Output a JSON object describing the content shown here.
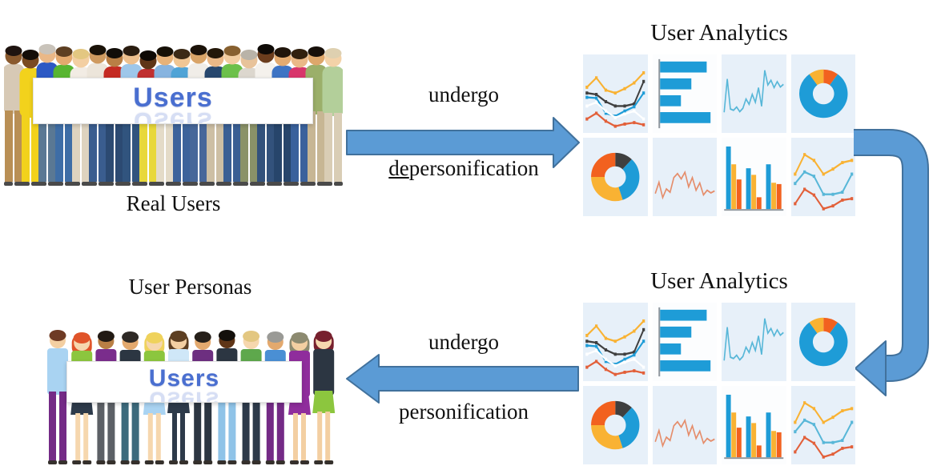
{
  "colors": {
    "arrow_fill": "#5b9bd5",
    "arrow_stroke": "#41719c",
    "tile_bg": "#e7f0f9",
    "tile_white": "#fcfdfe",
    "blue": "#1e9cd7",
    "orange": "#f2611f",
    "amber": "#f9b233",
    "dark": "#3f3f3f",
    "teal": "#58b7d8",
    "salmon": "#e58d6b",
    "salmonDark": "#e2603a",
    "white": "#ffffff",
    "axis": "#8f979e",
    "banner_text": "#4a6fd0"
  },
  "real_users": {
    "caption": "Real Users",
    "banner_label": "Users",
    "people": [
      {
        "skin": "#8a5a2e",
        "hair": "#1f1410",
        "shirt": "#d7c9b5",
        "pants": "#b98f55",
        "dy": -2
      },
      {
        "skin": "#7a4a22",
        "hair": "#140d08",
        "shirt": "#f2d21c",
        "pants": "#f2d21c",
        "dy": 3
      },
      {
        "skin": "#eab887",
        "hair": "#c9c3ba",
        "shirt": "#2d59c4",
        "pants": "#5a7894",
        "dy": -4
      },
      {
        "skin": "#e3a96e",
        "hair": "#5d3f22",
        "shirt": "#58b531",
        "pants": "#3e6da6",
        "dy": -1
      },
      {
        "skin": "#f3cfa2",
        "hair": "#e3c781",
        "shirt": "#f2ece4",
        "pants": "#ded3bf",
        "dy": 2
      },
      {
        "skin": "#cf9a5f",
        "hair": "#1a1208",
        "shirt": "#ece5da",
        "pants": "#3a5d8f",
        "dy": -3
      },
      {
        "skin": "#b97f45",
        "hair": "#120d08",
        "shirt": "#c42a22",
        "pants": "#2c4a72",
        "dy": 1
      },
      {
        "skin": "#eec08e",
        "hair": "#2a1c10",
        "shirt": "#9ec7ea",
        "pants": "#31547e",
        "dy": -2
      },
      {
        "skin": "#5f3517",
        "hair": "#0e0a06",
        "shirt": "#c03030",
        "pants": "#e8d83a",
        "dy": 4
      },
      {
        "skin": "#e7b279",
        "hair": "#161006",
        "shirt": "#87b4e0",
        "pants": "#e4dbc8",
        "dy": -1
      },
      {
        "skin": "#f0c694",
        "hair": "#3c2a16",
        "shirt": "#4fa3d6",
        "pants": "#3d639b",
        "dy": 2
      },
      {
        "skin": "#d9a468",
        "hair": "#1b1209",
        "shirt": "#f0ede8",
        "pants": "#47679a",
        "dy": -3
      },
      {
        "skin": "#eab887",
        "hair": "#241809",
        "shirt": "#27476e",
        "pants": "#cdbfa4",
        "dy": 1
      },
      {
        "skin": "#f2cda0",
        "hair": "#87602f",
        "shirt": "#6cc04a",
        "pants": "#3a5f94",
        "dy": -2
      },
      {
        "skin": "#e8c39a",
        "hair": "#b9b3a8",
        "shirt": "#dcd7ce",
        "pants": "#8a9268",
        "dy": 3
      },
      {
        "skin": "#6b3d1d",
        "hair": "#0f0b07",
        "shirt": "#f4f1ec",
        "pants": "#33527c",
        "dy": -4
      },
      {
        "skin": "#e3ab70",
        "hair": "#20150b",
        "shirt": "#3e74c4",
        "pants": "#27456b",
        "dy": 0
      },
      {
        "skin": "#eab887",
        "hair": "#31200e",
        "shirt": "#d8356b",
        "pants": "#3a619c",
        "dy": 2
      },
      {
        "skin": "#dda76b",
        "hair": "#17100a",
        "shirt": "#9baf6a",
        "pants": "#c7b694",
        "dy": -1
      },
      {
        "skin": "#f3d2a8",
        "hair": "#ded0b0",
        "shirt": "#b3cf9a",
        "pants": "#d9cdb5",
        "dy": 1
      }
    ]
  },
  "user_personas": {
    "caption": "User Personas",
    "banner_label": "Users",
    "people": [
      {
        "skin": "#f3cfa2",
        "hair": "#6e3a24",
        "top": "#a9d3f2",
        "bottom": "#742a86",
        "skirt": false,
        "long": false,
        "dy": -2
      },
      {
        "skin": "#f6d7ae",
        "hair": "#e0542a",
        "top": "#8cc63e",
        "bottom": "#2d3a4a",
        "skirt": true,
        "legs": "#f6d7ae",
        "long": true,
        "dy": 1
      },
      {
        "skin": "#b97f45",
        "hair": "#221a14",
        "top": "#7a2d8c",
        "bottom": "#5c6066",
        "skirt": false,
        "long": false,
        "dy": -1
      },
      {
        "skin": "#e3a96e",
        "hair": "#2e2a26",
        "top": "#2c3642",
        "bottom": "#3c6a7c",
        "skirt": false,
        "long": false,
        "dy": 0
      },
      {
        "skin": "#f6d7ae",
        "hair": "#efd25c",
        "top": "#8cc63e",
        "bottom": "#a9d3f2",
        "skirt": true,
        "legs": "#f6d7ae",
        "long": true,
        "dy": 1
      },
      {
        "skin": "#f3cfa2",
        "hair": "#5d3f22",
        "top": "#cfe7f8",
        "bottom": "#2d3a4a",
        "skirt": true,
        "legs": "#2d3a4a",
        "long": true,
        "dy": -1
      },
      {
        "skin": "#e3a96e",
        "hair": "#26201a",
        "top": "#6d2f80",
        "bottom": "#2c3642",
        "skirt": false,
        "long": false,
        "dy": 0
      },
      {
        "skin": "#5f3517",
        "hair": "#14100c",
        "top": "#2c3642",
        "bottom": "#8fc3e8",
        "skirt": false,
        "long": false,
        "dy": -2
      },
      {
        "skin": "#f6d7ae",
        "hair": "#e3c781",
        "top": "#5ea84c",
        "bottom": "#2d3a4a",
        "skirt": false,
        "long": false,
        "dy": -1
      },
      {
        "skin": "#e3a96e",
        "hair": "#9a9a96",
        "top": "#4a8fd4",
        "bottom": "#742a86",
        "skirt": false,
        "long": false,
        "dy": 0
      },
      {
        "skin": "#f3cfa2",
        "hair": "#8c8a70",
        "top": "#8f2d9c",
        "bottom": "#8f2d9c",
        "skirt": true,
        "legs": "#f3cfa2",
        "long": true,
        "dy": 1
      },
      {
        "skin": "#f6d7ae",
        "hair": "#77202e",
        "top": "#2c3642",
        "bottom": "#8cc63e",
        "skirt": true,
        "legs": "#f3cfa2",
        "long": true,
        "dy": -1
      }
    ]
  },
  "transform_right": {
    "verb": "undergo",
    "noun_prefix": "de",
    "noun_rest": "personification"
  },
  "transform_left": {
    "verb": "undergo",
    "noun": "personification"
  },
  "analytics_top": {
    "title": "User Analytics"
  },
  "analytics_bottom": {
    "title": "User Analytics"
  },
  "analytics_tiles": [
    {
      "id": "multiline-markers",
      "type": "multiline",
      "bg": "tile",
      "series": [
        {
          "color": "amber",
          "marker": true,
          "values": [
            60,
            73,
            56,
            52,
            58,
            66,
            80
          ]
        },
        {
          "color": "dark",
          "marker": true,
          "values": [
            52,
            50,
            40,
            34,
            34,
            37,
            68
          ]
        },
        {
          "color": "blue",
          "marker": true,
          "values": [
            46,
            45,
            24,
            20,
            27,
            33,
            52
          ]
        },
        {
          "color": "white",
          "marker": true,
          "values": [
            34,
            39,
            27,
            18,
            23,
            27,
            16
          ]
        },
        {
          "color": "salmonDark",
          "marker": true,
          "values": [
            16,
            24,
            13,
            6,
            9,
            11,
            8
          ]
        }
      ]
    },
    {
      "id": "hbar",
      "type": "hbar",
      "bg": "white",
      "color": "blue",
      "values": [
        85,
        57,
        38,
        92
      ]
    },
    {
      "id": "line-teal",
      "type": "line",
      "bg": "tile",
      "color": "teal",
      "values": [
        25,
        75,
        30,
        28,
        33,
        26,
        31,
        45,
        37,
        52,
        40,
        62,
        34,
        88,
        66,
        73,
        62,
        71,
        63,
        67
      ]
    },
    {
      "id": "donut-blue",
      "type": "donut",
      "bg": "tile",
      "segments": [
        {
          "color": "orange",
          "value": 10
        },
        {
          "color": "blue",
          "value": 80
        },
        {
          "color": "amber",
          "value": 10
        }
      ]
    },
    {
      "id": "donut-multi",
      "type": "donut",
      "bg": "tile",
      "segments": [
        {
          "color": "dark",
          "value": 12
        },
        {
          "color": "blue",
          "value": 33
        },
        {
          "color": "amber",
          "value": 30
        },
        {
          "color": "orange",
          "value": 25
        }
      ]
    },
    {
      "id": "line-salmon",
      "type": "line",
      "bg": "tile",
      "color": "salmon",
      "values": [
        28,
        45,
        22,
        35,
        30,
        52,
        58,
        50,
        60,
        38,
        52,
        33,
        44,
        26,
        33,
        29,
        32
      ]
    },
    {
      "id": "vbar-grouped",
      "type": "vbars",
      "bg": "white",
      "colors": [
        "blue",
        "amber",
        "orange"
      ],
      "groups": [
        [
          95,
          68,
          45
        ],
        [
          62,
          52,
          18
        ],
        [
          68,
          40,
          38
        ]
      ]
    },
    {
      "id": "multiline-3",
      "type": "multiline",
      "bg": "tile",
      "series": [
        {
          "color": "amber",
          "marker": true,
          "values": [
            55,
            82,
            74,
            55,
            62,
            71,
            74
          ]
        },
        {
          "color": "teal",
          "marker": true,
          "values": [
            42,
            58,
            52,
            27,
            27,
            30,
            55
          ]
        },
        {
          "color": "salmonDark",
          "marker": true,
          "values": [
            14,
            34,
            26,
            7,
            11,
            19,
            21
          ]
        }
      ]
    }
  ]
}
